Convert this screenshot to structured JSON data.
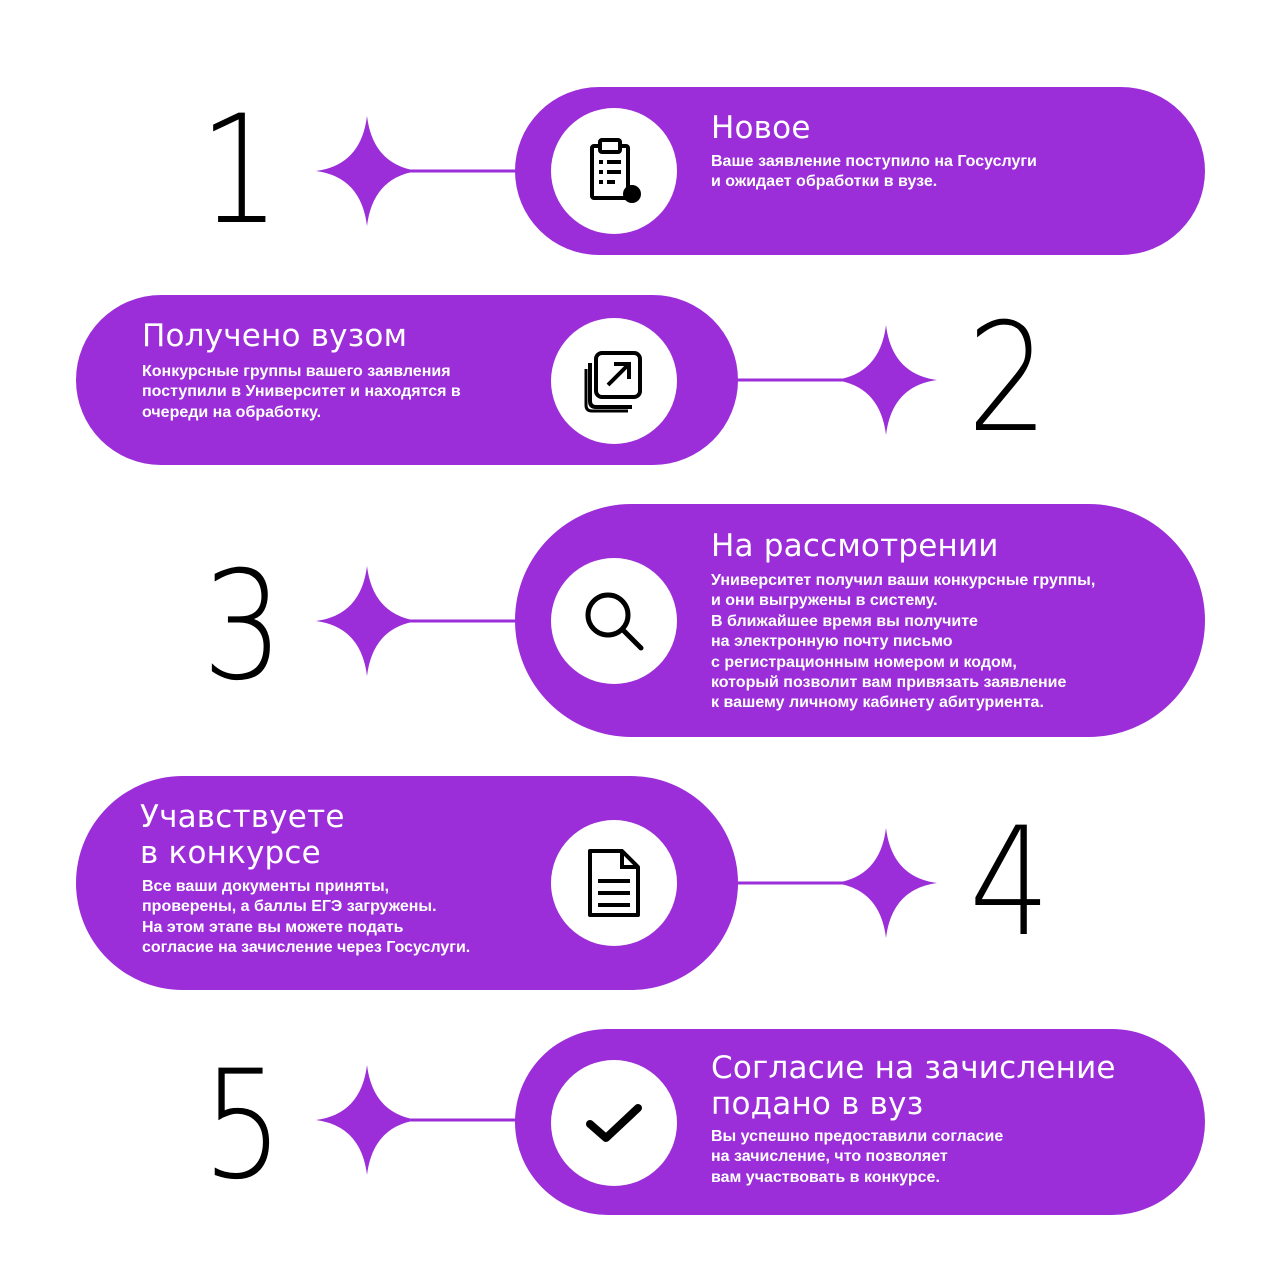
{
  "colors": {
    "accent": "#9b2ed8",
    "text_on_accent": "#ffffff",
    "number": "#000000"
  },
  "steps": [
    {
      "number": "1",
      "icon": "clipboard-list-icon",
      "title": "Новое",
      "description": "Ваше заявление поступило на Госуслуги\nи ожидает обработки в вузе."
    },
    {
      "number": "2",
      "icon": "external-link-stack-icon",
      "title": "Получено вузом",
      "description": "Конкурсные группы вашего заявления\nпоступили в Университет и находятся в\nочереди на обработку."
    },
    {
      "number": "3",
      "icon": "search-icon",
      "title": "На рассмотрении",
      "description": "Университет получил ваши конкурсные группы,\nи они выгружены в систему.\nВ ближайшее время вы получите\nна электронную почту письмо\nс регистрационным номером и кодом,\nкоторый позволит вам привязать заявление\nк вашему личному кабинету абитуриента."
    },
    {
      "number": "4",
      "icon": "document-icon",
      "title": "Учавствуете\nв конкурсе",
      "description": "Все ваши документы приняты,\nпроверены, а баллы ЕГЭ загружены.\nНа этом этапе вы можете подать\nсогласие на зачисление через Госуслуги."
    },
    {
      "number": "5",
      "icon": "checkmark-icon",
      "title": "Согласие на зачисление\nподано в вуз",
      "description": "Вы успешно предоставили согласие\nна зачисление, что позволяет\nвам участвовать в конкурсе."
    }
  ]
}
